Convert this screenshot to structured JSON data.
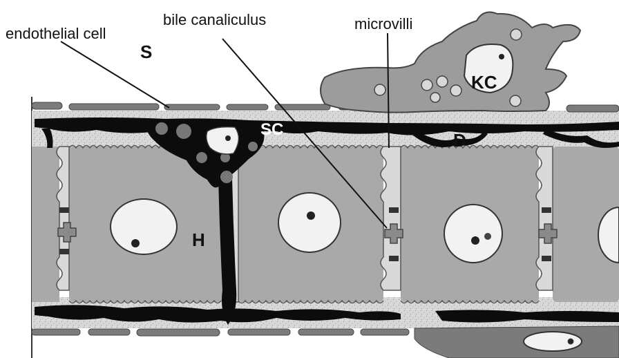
{
  "labels": {
    "endothelial": "endothelial cell",
    "bile": "bile canaliculus",
    "microvilli": "microvilli",
    "s": "S",
    "kc": "KC",
    "sc": "SC",
    "d": "D",
    "h": "H"
  },
  "colors": {
    "cytoplasm": "#a9a9a9",
    "space_of_disse": "#d7d7d7",
    "stellate": "#0c0c0c",
    "nucleus": "#f2f2f2",
    "endothelium": "#7b7b7b"
  }
}
